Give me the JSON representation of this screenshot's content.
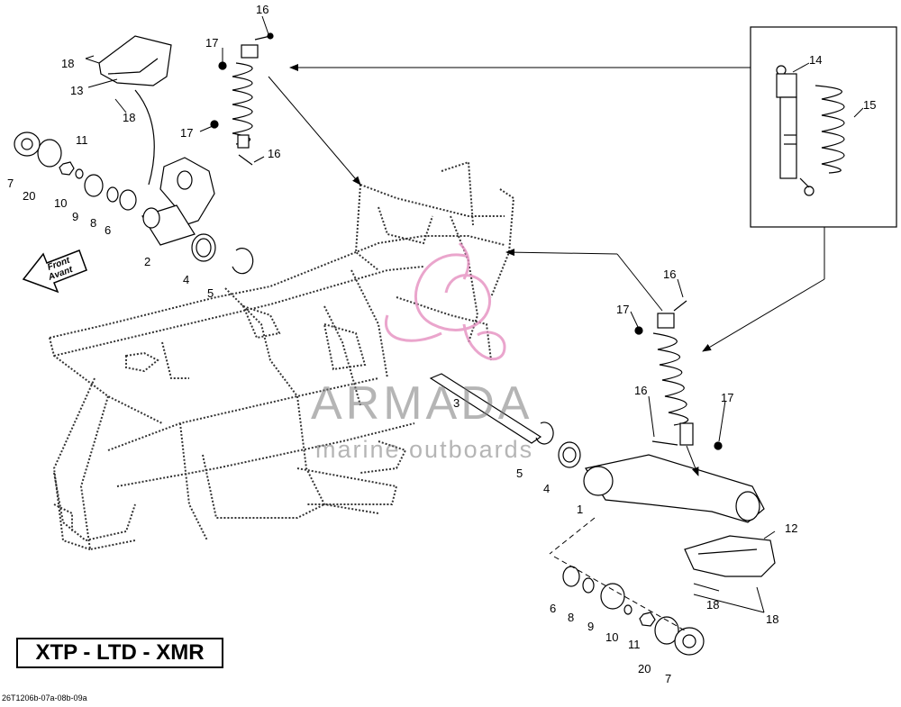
{
  "diagram": {
    "model_label": "XTP - LTD - XMR",
    "footer_code": "26T1206b-07a-08b-09a",
    "direction_arrow": {
      "line1": "Front",
      "line2": "Avant"
    },
    "watermark": {
      "brand": "ARMADA",
      "tagline": "marine outboards"
    },
    "callouts": [
      {
        "id": "c16a",
        "text": "16"
      },
      {
        "id": "c17a",
        "text": "17"
      },
      {
        "id": "c18a",
        "text": "18"
      },
      {
        "id": "c13",
        "text": "13"
      },
      {
        "id": "c18b",
        "text": "18"
      },
      {
        "id": "c17b",
        "text": "17"
      },
      {
        "id": "c16b",
        "text": "16"
      },
      {
        "id": "c11a",
        "text": "11"
      },
      {
        "id": "c7a",
        "text": "7"
      },
      {
        "id": "c20a",
        "text": "20"
      },
      {
        "id": "c10a",
        "text": "10"
      },
      {
        "id": "c9a",
        "text": "9"
      },
      {
        "id": "c8a",
        "text": "8"
      },
      {
        "id": "c6a",
        "text": "6"
      },
      {
        "id": "c2",
        "text": "2"
      },
      {
        "id": "c4a",
        "text": "4"
      },
      {
        "id": "c5a",
        "text": "5"
      },
      {
        "id": "c14",
        "text": "14"
      },
      {
        "id": "c15",
        "text": "15"
      },
      {
        "id": "c16c",
        "text": "16"
      },
      {
        "id": "c17c",
        "text": "17"
      },
      {
        "id": "c16d",
        "text": "16"
      },
      {
        "id": "c17d",
        "text": "17"
      },
      {
        "id": "c3",
        "text": "3"
      },
      {
        "id": "c5b",
        "text": "5"
      },
      {
        "id": "c4b",
        "text": "4"
      },
      {
        "id": "c1",
        "text": "1"
      },
      {
        "id": "c12",
        "text": "12"
      },
      {
        "id": "c18c",
        "text": "18"
      },
      {
        "id": "c18d",
        "text": "18"
      },
      {
        "id": "c6b",
        "text": "6"
      },
      {
        "id": "c8b",
        "text": "8"
      },
      {
        "id": "c9b",
        "text": "9"
      },
      {
        "id": "c10b",
        "text": "10"
      },
      {
        "id": "c11b",
        "text": "11"
      },
      {
        "id": "c20b",
        "text": "20"
      },
      {
        "id": "c7b",
        "text": "7"
      }
    ]
  }
}
